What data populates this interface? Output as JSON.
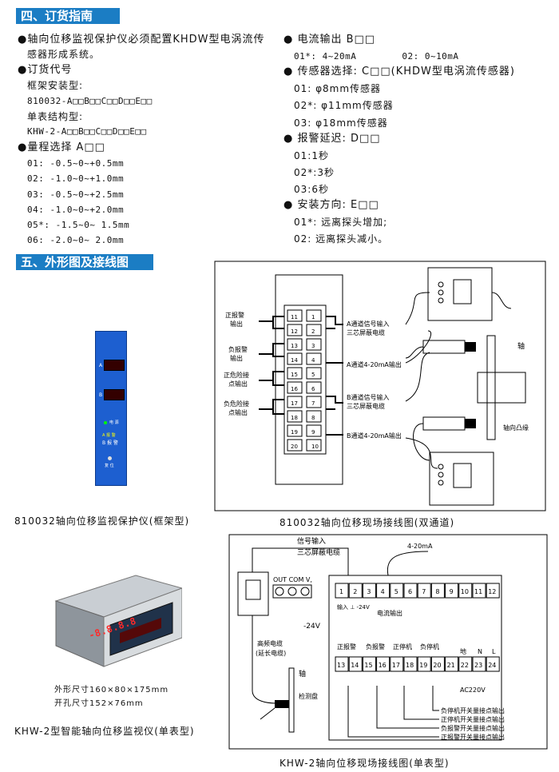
{
  "section4": {
    "title": "四、订货指南",
    "left": [
      "●轴向位移监视保护仪必须配置KHDW型电涡流传",
      "感器形成系统。",
      "●订货代号",
      "框架安装型:",
      "810032-A□□B□□C□□D□□E□□",
      "单表结构型:",
      "KHW-2-A□□B□□C□□D□□E□□",
      "●量程选择 A□□",
      "01: -0.5~0~+0.5mm",
      "02: -1.0~0~+1.0mm",
      "03: -0.5~0~+2.5mm",
      "04: -1.0~0~+2.0mm",
      "05*: -1.5~0~ 1.5mm",
      "06: -2.0~0~ 2.0mm"
    ],
    "right": [
      "● 电流输出 B□□",
      "01*: 4~20mA        02: 0~10mA",
      "● 传感器选择: C□□(KHDW型电涡流传感器)",
      "01: φ8mm传感器",
      "02*: φ11mm传感器",
      "03: φ18mm传感器",
      "● 报警延迟: D□□",
      "01:1秒",
      "02*:3秒",
      "03:6秒",
      "● 安装方向: E□□",
      "01*: 远离探头增加;",
      "02: 远离探头减小。"
    ]
  },
  "section5": {
    "title": "五、外形图及接线图"
  },
  "panel": {
    "btn1": "电 源",
    "btn2": "A 报 警",
    "btn3": "B 报 警",
    "btn4": "复 位",
    "ch_a": "A",
    "ch_b": "B"
  },
  "frame_diagram": {
    "terminals_left": [
      "11",
      "12",
      "13",
      "14",
      "15",
      "16",
      "17",
      "18",
      "19",
      "20"
    ],
    "terminals_right": [
      "1",
      "2",
      "3",
      "4",
      "5",
      "6",
      "7",
      "8",
      "9",
      "10"
    ],
    "labels": {
      "pos_alarm": "正报警",
      "pos_alarm2": "输出",
      "neg_alarm": "负报警",
      "neg_alarm2": "输出",
      "pos_interlock": "正危险接",
      "pos_interlock2": "点输出",
      "neg_interlock": "负危险接",
      "neg_interlock2": "点输出",
      "a_sig": "A通道信号输入",
      "a_cable": "三芯屏蔽电缆",
      "a_out": "A通道4-20mA输出",
      "b_sig": "B通道信号输入",
      "b_cable": "三芯屏蔽电缆",
      "b_out": "B通道4-20mA输出",
      "shaft": "轴",
      "collar": "轴向凸缘"
    }
  },
  "captions": {
    "frame_device": "810032轴向位移监视保护仪(框架型)",
    "frame_wiring": "810032轴向位移现场接线图(双通道)",
    "single_device": "KHW-2型智能轴向位移监视仪(单表型)",
    "single_wiring": "KHW-2轴向位移现场接线图(单表型)",
    "dims1": "外形尺寸160×80×175mm",
    "dims2": "开孔尺寸152×76mm"
  },
  "meter": {
    "display": "-8.8.8.8"
  },
  "single_diagram": {
    "signal_in": "信号输入",
    "cable": "三芯屏蔽电缆",
    "current": "4-20mA",
    "out_com_v": "OUT COM V,",
    "top_terminals": [
      "1",
      "2",
      "3",
      "4",
      "5",
      "6",
      "7",
      "8",
      "9",
      "10",
      "11",
      "12"
    ],
    "input_label": "输入 ⊥ -24V",
    "current_out": "电流输出",
    "minus24": "-24V",
    "hf_cable1": "高频电缆",
    "hf_cable2": "(延长电缆)",
    "group_labels": [
      "正报警",
      "负报警",
      "正停机",
      "负停机",
      "地",
      "N",
      "L"
    ],
    "bottom_terminals": [
      "13",
      "14",
      "15",
      "16",
      "17",
      "18",
      "19",
      "20",
      "21",
      "22",
      "23",
      "24"
    ],
    "ac": "AC220V",
    "shaft": "轴",
    "disk": "检测盘",
    "outputs": [
      "负停机开关量接点输出",
      "正停机开关量接点输出",
      "负报警开关量接点输出",
      "正报警开关量接点输出"
    ]
  }
}
